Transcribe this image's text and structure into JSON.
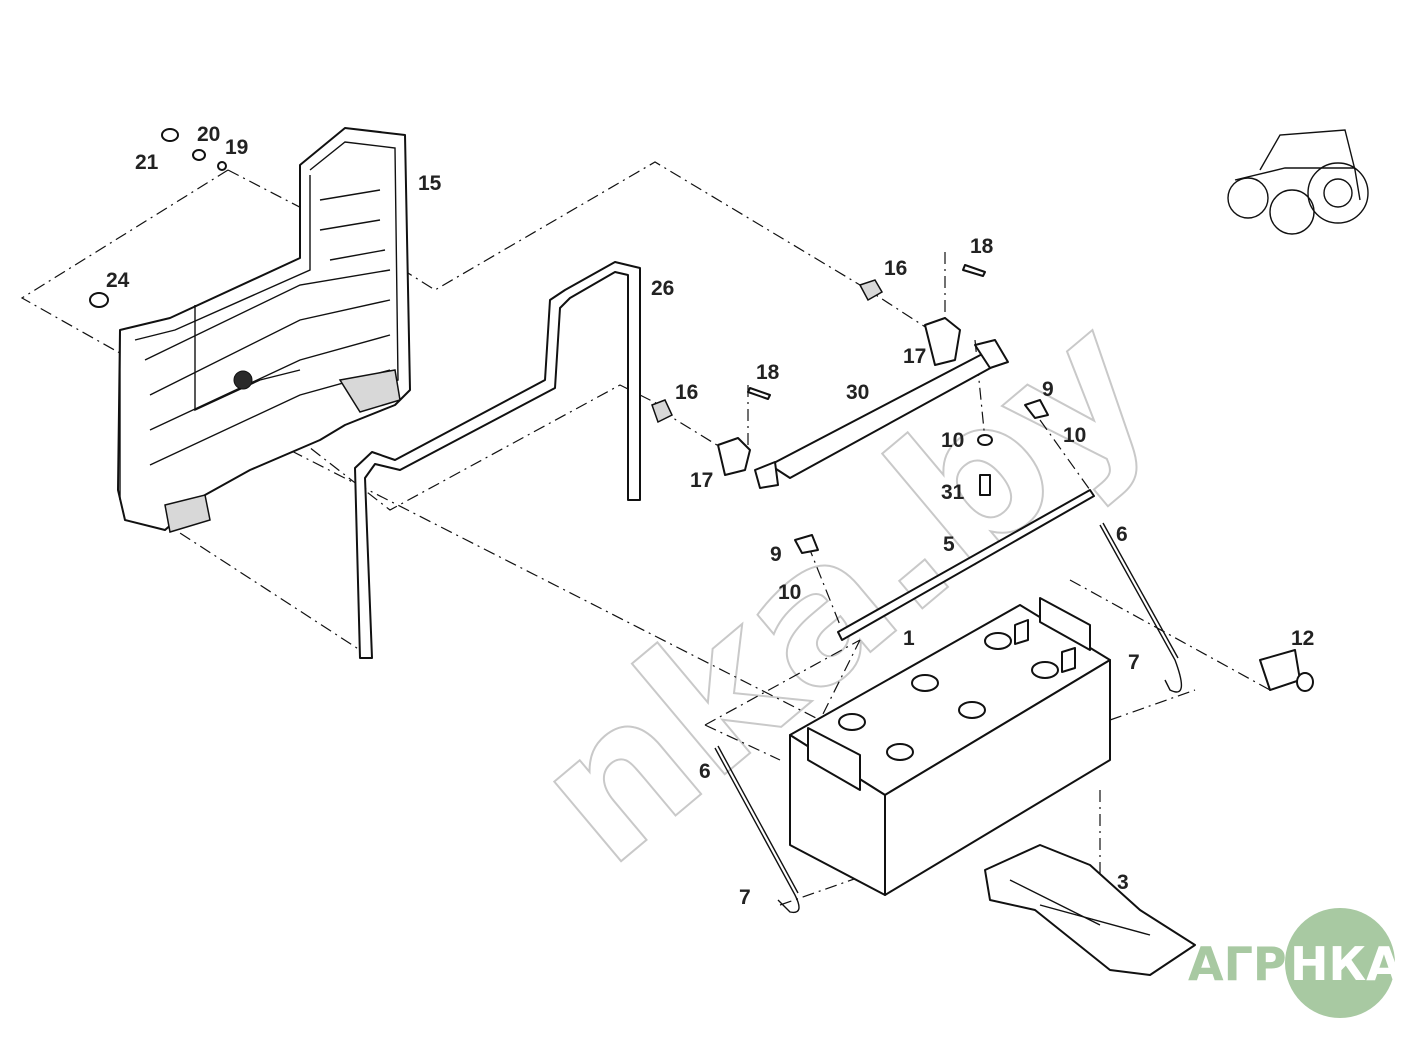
{
  "callouts": {
    "c1": "1",
    "c3": "3",
    "c5": "5",
    "c6a": "6",
    "c6b": "6",
    "c7a": "7",
    "c7b": "7",
    "c9a": "9",
    "c9b": "9",
    "c10a": "10",
    "c10b": "10",
    "c10c": "10",
    "c12": "12",
    "c15": "15",
    "c16a": "16",
    "c16b": "16",
    "c17a": "17",
    "c17b": "17",
    "c18a": "18",
    "c18b": "18",
    "c19": "19",
    "c20": "20",
    "c21": "21",
    "c24": "24",
    "c26": "26",
    "c30": "30",
    "c31": "31"
  },
  "watermark": {
    "text": "nka.by"
  },
  "logo": {
    "text_left": "АГРО",
    "text_right": "НКА"
  },
  "icons": {
    "tractor": "tractor-icon"
  },
  "colors": {
    "line": "#111111",
    "logo_green": "#a8c9a2",
    "watermark": "#c9c9c9"
  }
}
